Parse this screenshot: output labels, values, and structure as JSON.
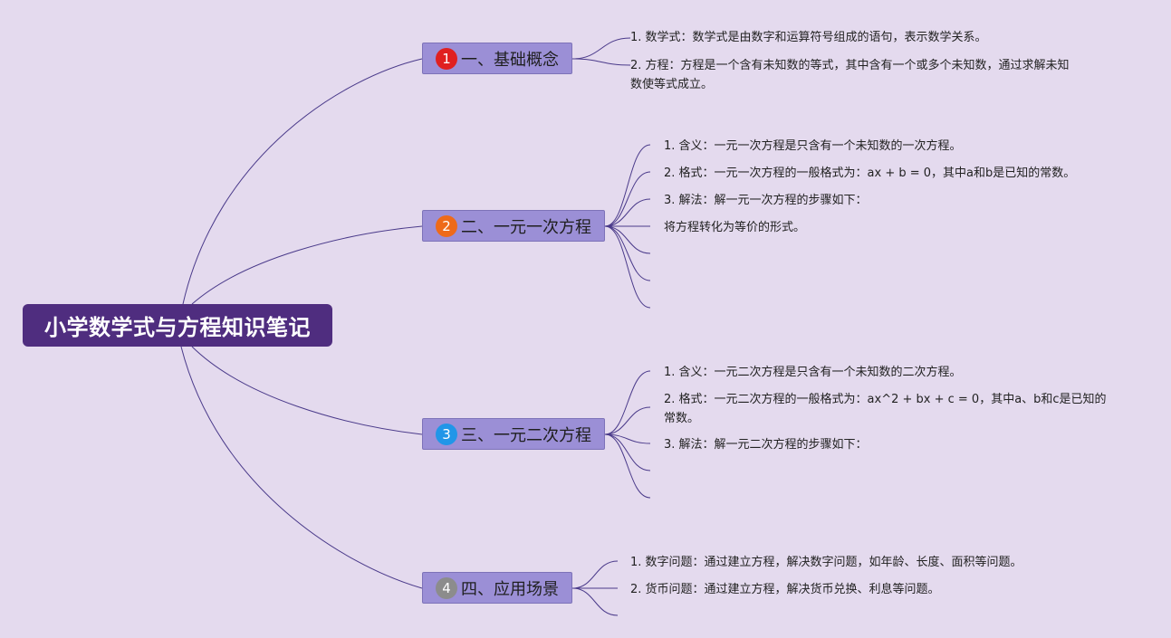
{
  "root": {
    "title": "小学数学式与方程知识笔记"
  },
  "colors": {
    "background": "#e4daee",
    "root_fill": "#4f2d7f",
    "branch_fill": "#9b8fd6",
    "line": "#4a3a8a"
  },
  "branches": [
    {
      "num": "1",
      "badge_color": "#e02020",
      "title": "一、基础概念",
      "leaves": [
        "1. 数学式：数学式是由数字和运算符号组成的语句，表示数学关系。",
        "2. 方程：方程是一个含有未知数的等式，其中含有一个或多个未知数，通过求解未知数使等式成立。"
      ]
    },
    {
      "num": "2",
      "badge_color": "#ee6a1a",
      "title": "二、一元一次方程",
      "leaves": [
        "1. 含义：一元一次方程是只含有一个未知数的一次方程。",
        "2. 格式：一元一次方程的一般格式为：ax + b = 0，其中a和b是已知的常数。",
        "3. 解法：解一元一次方程的步骤如下：",
        "将方程转化为等价的形式。",
        "",
        "",
        ""
      ]
    },
    {
      "num": "3",
      "badge_color": "#2196e8",
      "title": "三、一元二次方程",
      "leaves": [
        "1. 含义：一元二次方程是只含有一个未知数的二次方程。",
        "2. 格式：一元二次方程的一般格式为：ax^2 + bx + c = 0，其中a、b和c是已知的常数。",
        "3. 解法：解一元二次方程的步骤如下：",
        "",
        ""
      ]
    },
    {
      "num": "4",
      "badge_color": "#8c8c8c",
      "title": "四、应用场景",
      "leaves": [
        "1. 数字问题：通过建立方程，解决数字问题，如年龄、长度、面积等问题。",
        "2. 货币问题：通过建立方程，解决货币兑换、利息等问题。",
        ""
      ]
    }
  ]
}
